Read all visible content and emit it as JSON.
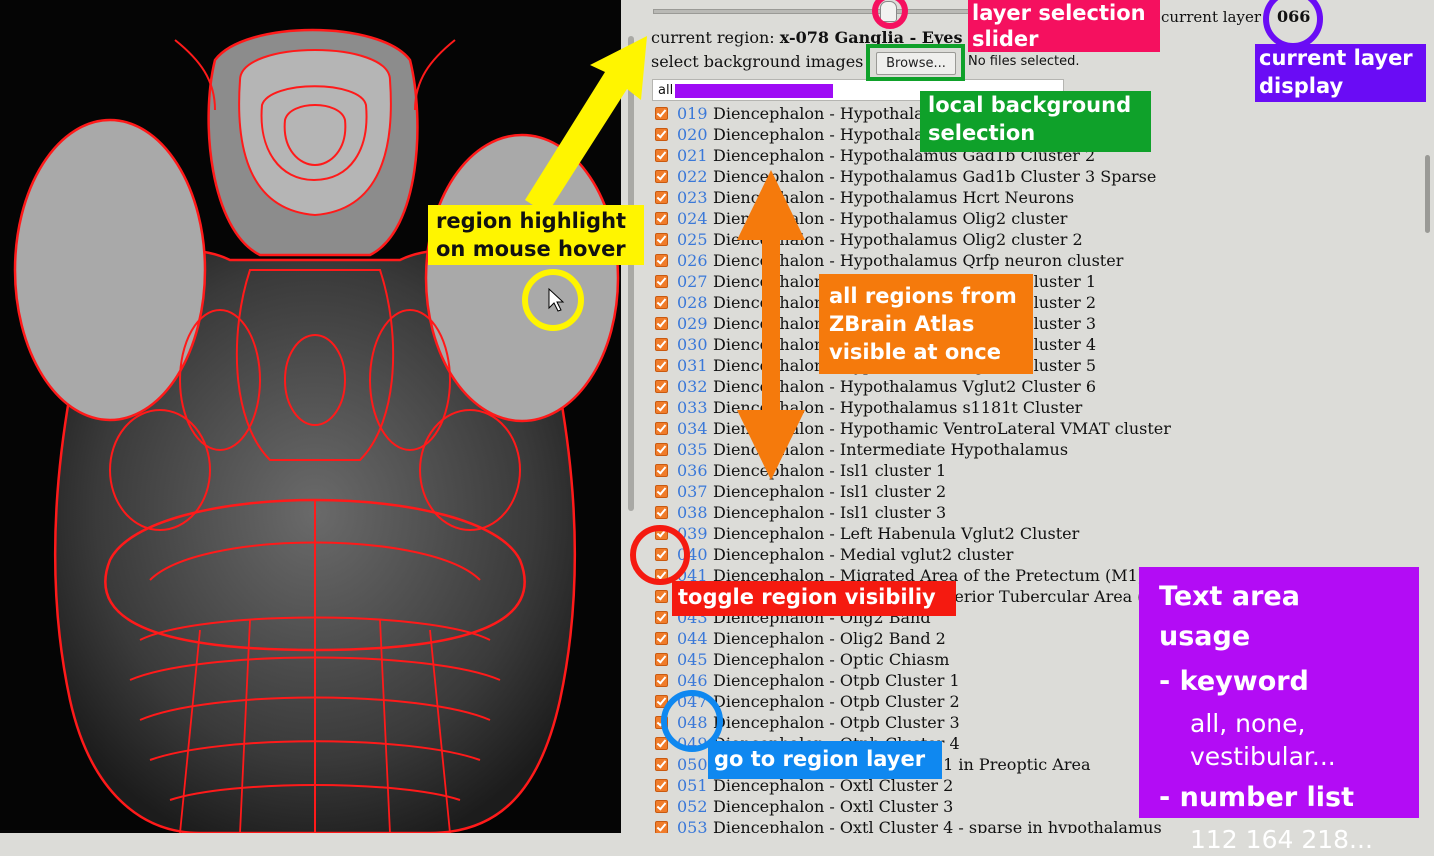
{
  "viewer": {
    "description_icon": "brain-atlas-image"
  },
  "panel": {
    "current_layer_label": "current layer",
    "current_layer_value": "066",
    "current_region_label": "current region:",
    "current_region_value": "x-078 Ganglia - Eyes",
    "background_label": "select background images",
    "browse_button": "Browse...",
    "no_files": "No files selected.",
    "filter_value": "all"
  },
  "regions": [
    {
      "num": "019",
      "name": "Diencephalon - Hypothalamus Gad1b Cluster 2"
    },
    {
      "num": "020",
      "name": "Diencephalon - Hypothalamus Gad1b Cluster 2"
    },
    {
      "num": "021",
      "name": "Diencephalon - Hypothalamus Gad1b Cluster 2"
    },
    {
      "num": "022",
      "name": "Diencephalon - Hypothalamus Gad1b Cluster 3 Sparse"
    },
    {
      "num": "023",
      "name": "Diencephalon - Hypothalamus Hcrt Neurons"
    },
    {
      "num": "024",
      "name": "Diencephalon - Hypothalamus Olig2 cluster"
    },
    {
      "num": "025",
      "name": "Diencephalon - Hypothalamus Olig2 cluster 2"
    },
    {
      "num": "026",
      "name": "Diencephalon - Hypothalamus Qrfp neuron cluster"
    },
    {
      "num": "027",
      "name": "Diencephalon - Hypothalamus Vglut2 Cluster 1"
    },
    {
      "num": "028",
      "name": "Diencephalon - Hypothalamus Vglut2 Cluster 2"
    },
    {
      "num": "029",
      "name": "Diencephalon - Hypothalamus Vglut2 Cluster 3"
    },
    {
      "num": "030",
      "name": "Diencephalon - Hypothalamus Vglut2 Cluster 4"
    },
    {
      "num": "031",
      "name": "Diencephalon - Hypothalamus Vglut2 Cluster 5"
    },
    {
      "num": "032",
      "name": "Diencephalon - Hypothalamus Vglut2 Cluster 6"
    },
    {
      "num": "033",
      "name": "Diencephalon - Hypothalamus s1181t Cluster"
    },
    {
      "num": "034",
      "name": "Diencephalon - Hypothamic VentroLateral VMAT cluster"
    },
    {
      "num": "035",
      "name": "Diencephalon - Intermediate Hypothalamus"
    },
    {
      "num": "036",
      "name": "Diencephalon - Isl1 cluster 1"
    },
    {
      "num": "037",
      "name": "Diencephalon - Isl1 cluster 2"
    },
    {
      "num": "038",
      "name": "Diencephalon - Isl1 cluster 3"
    },
    {
      "num": "039",
      "name": "Diencephalon - Left Habenula Vglut2 Cluster"
    },
    {
      "num": "040",
      "name": "Diencephalon - Medial vglut2 cluster"
    },
    {
      "num": "041",
      "name": "Diencephalon - Migrated Area of the Pretectum (M1)"
    },
    {
      "num": "042",
      "name": "Diencephalon - Migrated Posterior Tubercular Area (M2)"
    },
    {
      "num": "043",
      "name": "Diencephalon - Olig2 Band"
    },
    {
      "num": "044",
      "name": "Diencephalon - Olig2 Band 2"
    },
    {
      "num": "045",
      "name": "Diencephalon - Optic Chiasm"
    },
    {
      "num": "046",
      "name": "Diencephalon - Otpb Cluster 1"
    },
    {
      "num": "047",
      "name": "Diencephalon - Otpb Cluster 2"
    },
    {
      "num": "048",
      "name": "Diencephalon - Otpb Cluster 3"
    },
    {
      "num": "049",
      "name": "Diencephalon - Otpb Cluster 4"
    },
    {
      "num": "050",
      "name": "Diencephalon - Oxtl Cluster 1 in Preoptic Area"
    },
    {
      "num": "051",
      "name": "Diencephalon - Oxtl Cluster 2"
    },
    {
      "num": "052",
      "name": "Diencephalon - Oxtl Cluster 3"
    },
    {
      "num": "053",
      "name": "Diencephalon - Oxtl Cluster 4 - sparse in hypothalamus"
    }
  ],
  "annotations": {
    "layer_slider": [
      "layer selection",
      "slider"
    ],
    "layer_display": [
      "current layer",
      "display"
    ],
    "background_selection": [
      "local background",
      "selection"
    ],
    "hover": [
      "region highlight",
      "on mouse hover"
    ],
    "all_regions": [
      "all regions from",
      "ZBrain Atlas",
      "visible at once"
    ],
    "toggle": "toggle region visibiliy",
    "goto": "go to region layer",
    "usage_title": "Text area usage",
    "usage_keyword": "- keyword",
    "usage_keyword_ex": [
      "all, none,",
      "vestibular..."
    ],
    "usage_numbers": "- number list",
    "usage_numbers_ex": "112 164 218..."
  },
  "colors": {
    "outline": "#ff1a1a",
    "checkbox": "#f07c2a",
    "link": "#3a78d8",
    "pink": "#f5105f",
    "violet": "#6a0cf5",
    "green": "#0fa12a",
    "yellow": "#fff500",
    "orange": "#f57a0c",
    "red": "#f51a10",
    "blue": "#0f88f0",
    "purple": "#b30cf5"
  }
}
